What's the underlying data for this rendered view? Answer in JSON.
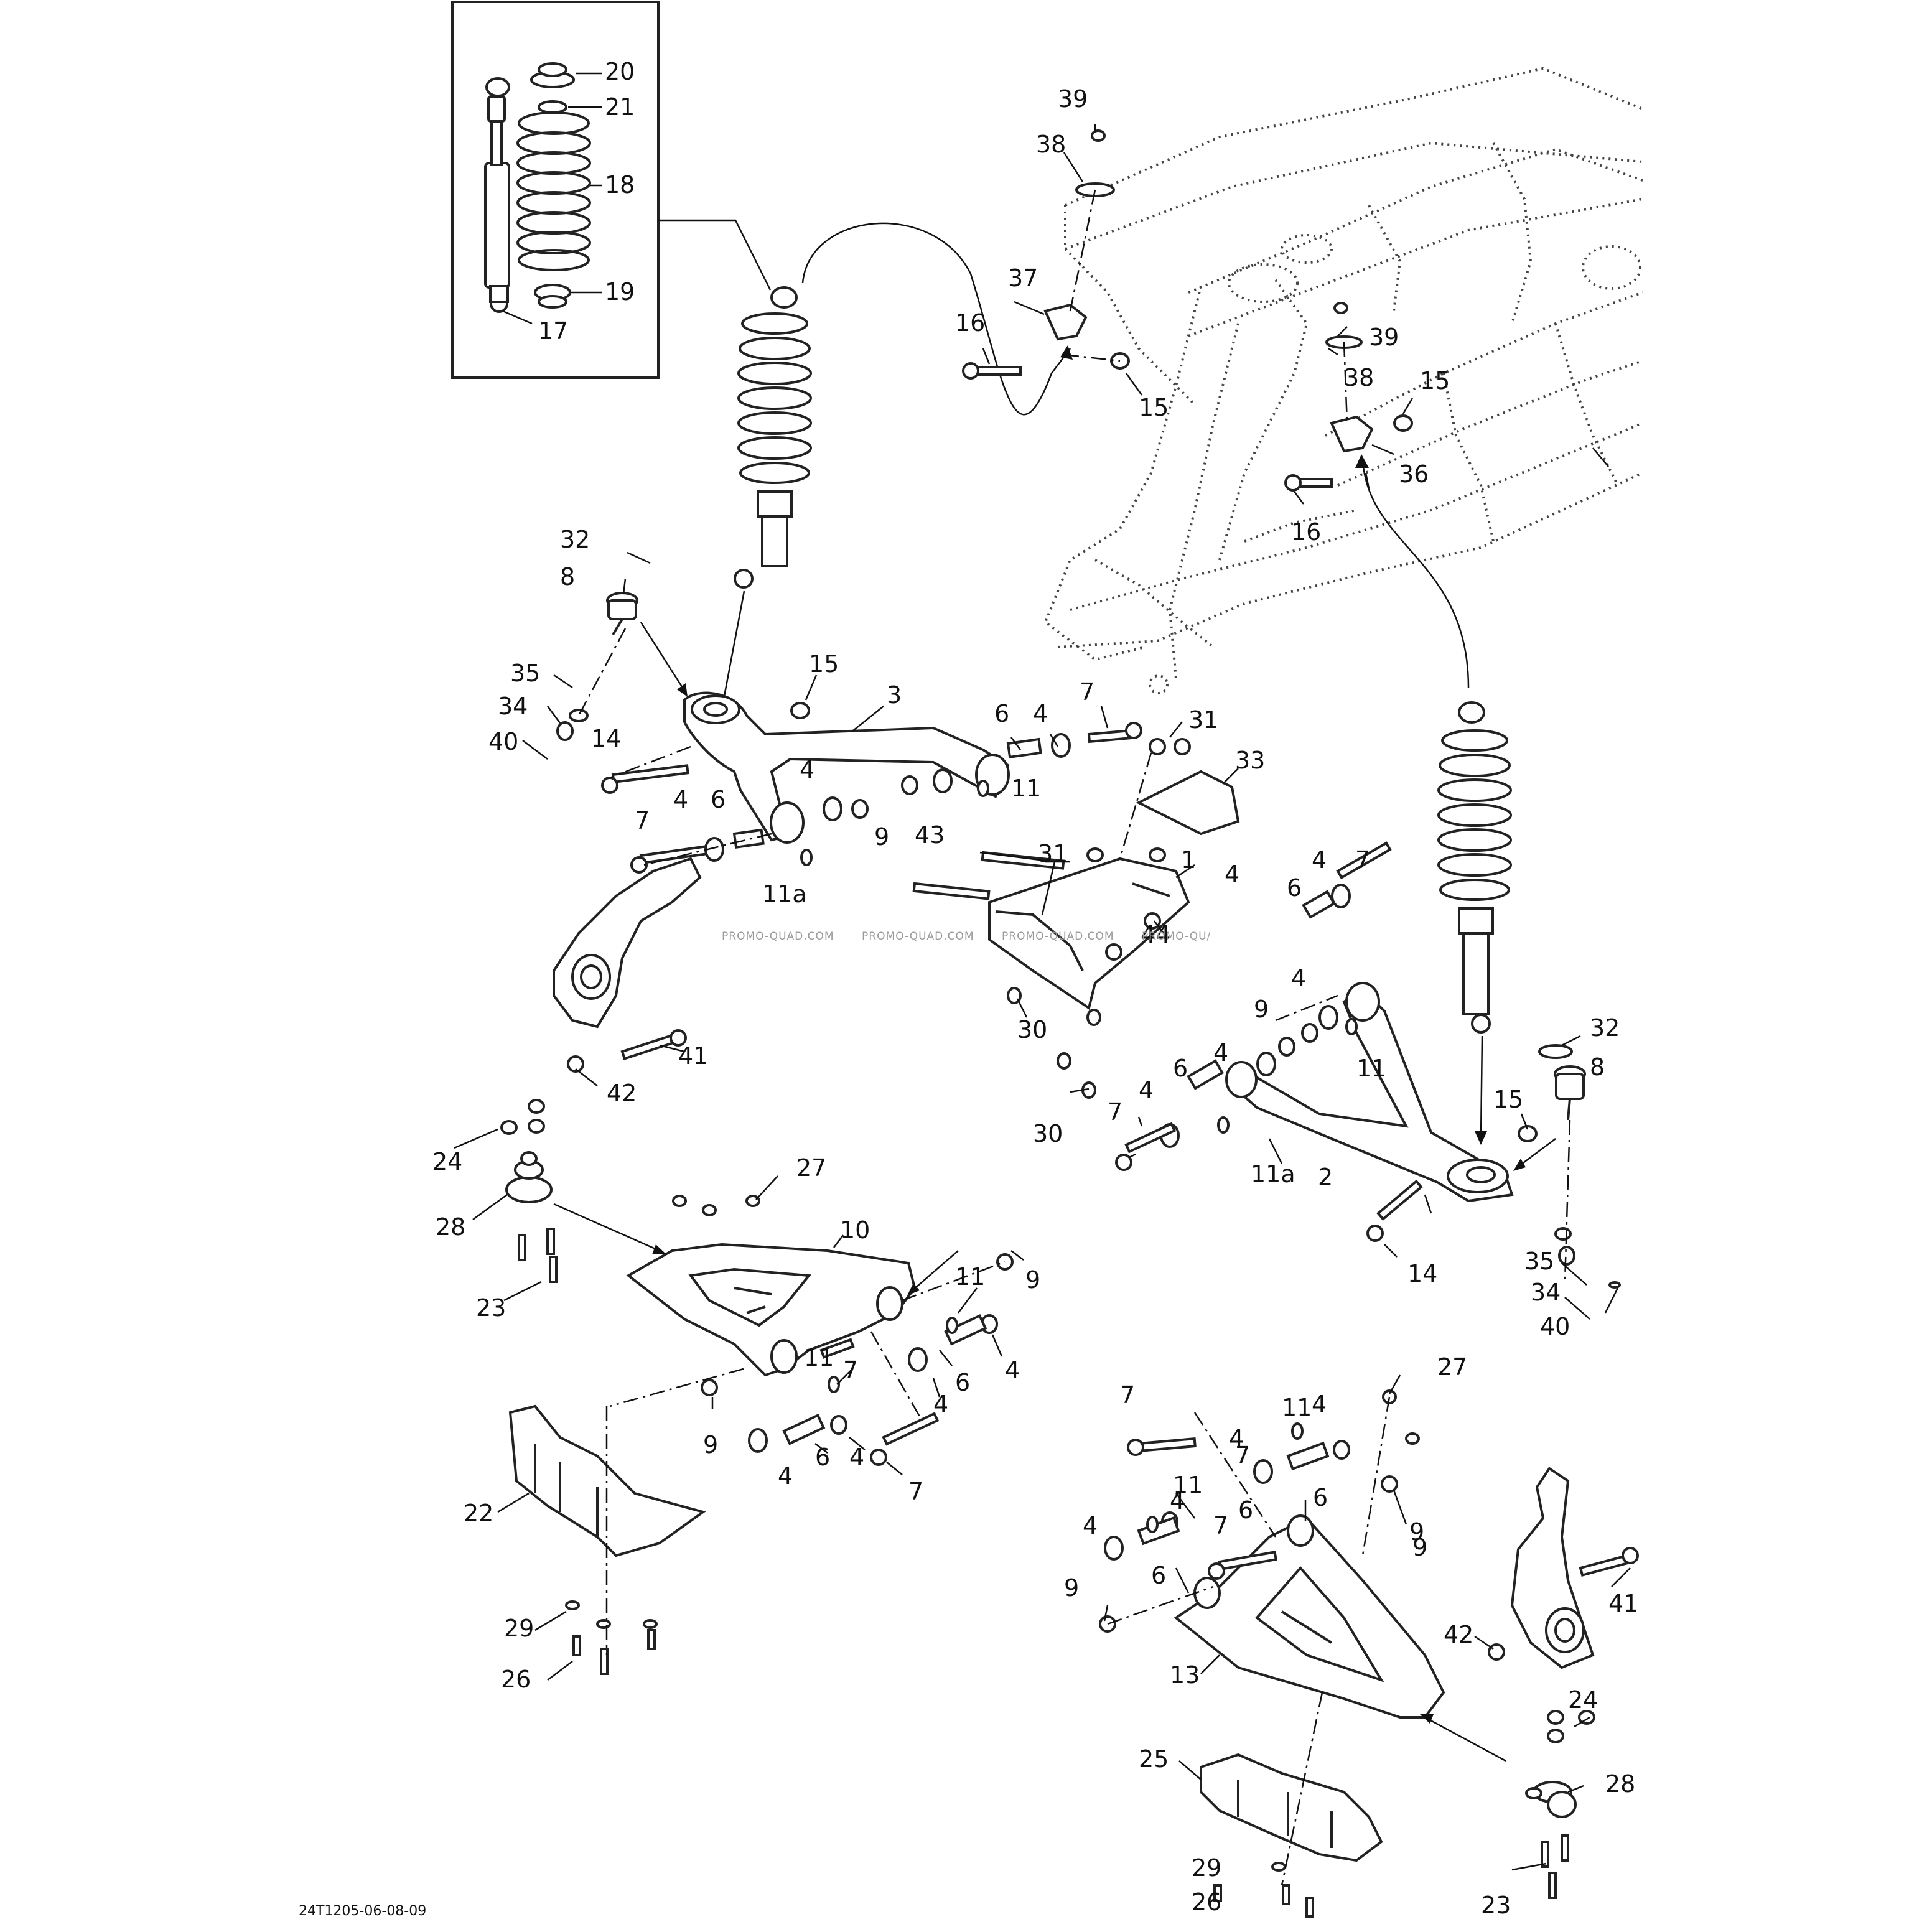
{
  "drawing_code": "24T1205-06-08-09",
  "watermark": "PROMO-QUAD.COM",
  "watermark_partial": "PROMO-QU/",
  "callouts": {
    "c1": "1",
    "c2": "2",
    "c3": "3",
    "c8a": "8",
    "c8b": "8",
    "c10": "10",
    "c13": "13",
    "c14a": "14",
    "c14b": "14",
    "c15a": "15",
    "c15b": "15",
    "c15c": "15",
    "c15d": "15",
    "c16a": "16",
    "c16b": "16",
    "c17": "17",
    "c18": "18",
    "c19": "19",
    "c20": "20",
    "c21": "21",
    "c22": "22",
    "c23a": "23",
    "c23b": "23",
    "c24a": "24",
    "c24b": "24",
    "c25": "25",
    "c26a": "26",
    "c26b": "26",
    "c27a": "27",
    "c27b": "27",
    "c28a": "28",
    "c28b": "28",
    "c29a": "29",
    "c29b": "29",
    "c30a": "30",
    "c30b": "30",
    "c31a": "31",
    "c31b": "31",
    "c32a": "32",
    "c32b": "32",
    "c33": "33",
    "c34a": "34",
    "c34b": "34",
    "c35a": "35",
    "c35b": "35",
    "c36": "36",
    "c37": "37",
    "c38a": "38",
    "c38b": "38",
    "c39a": "39",
    "c39b": "39",
    "c40a": "40",
    "c40b": "40",
    "c41a": "41",
    "c41b": "41",
    "c42a": "42",
    "c42b": "42",
    "c43": "43",
    "c44": "44",
    "c11a_a": "11a",
    "c11a_b": "11a",
    "c4_1": "4",
    "c4_2": "4",
    "c4_3": "4",
    "c4_4": "4",
    "c4_5": "4",
    "c4_6": "4",
    "c4_7": "4",
    "c4_8": "4",
    "c4_9": "4",
    "c4_10": "4",
    "c4_11": "4",
    "c4_12": "4",
    "c4_13": "4",
    "c4_14": "4",
    "c4_15": "4",
    "c4_16": "4",
    "c6_1": "6",
    "c6_2": "6",
    "c6_3": "6",
    "c6_4": "6",
    "c6_5": "6",
    "c6_6": "6",
    "c6_7": "6",
    "c6_8": "6",
    "c6_9": "6",
    "c7_1": "7",
    "c7_2": "7",
    "c7_3": "7",
    "c7_4": "7",
    "c7_5": "7",
    "c7_6": "7",
    "c7_7": "7",
    "c7_8": "7",
    "c7_9": "7",
    "c9_1": "9",
    "c9_2": "9",
    "c9_3": "9",
    "c9_4": "9",
    "c9_5": "9",
    "c9_6": "9",
    "c9_7": "9",
    "c11_1": "11",
    "c11_2": "11",
    "c11_3": "11",
    "c11_4": "11",
    "c11_5": "11",
    "c11_6": "11"
  }
}
